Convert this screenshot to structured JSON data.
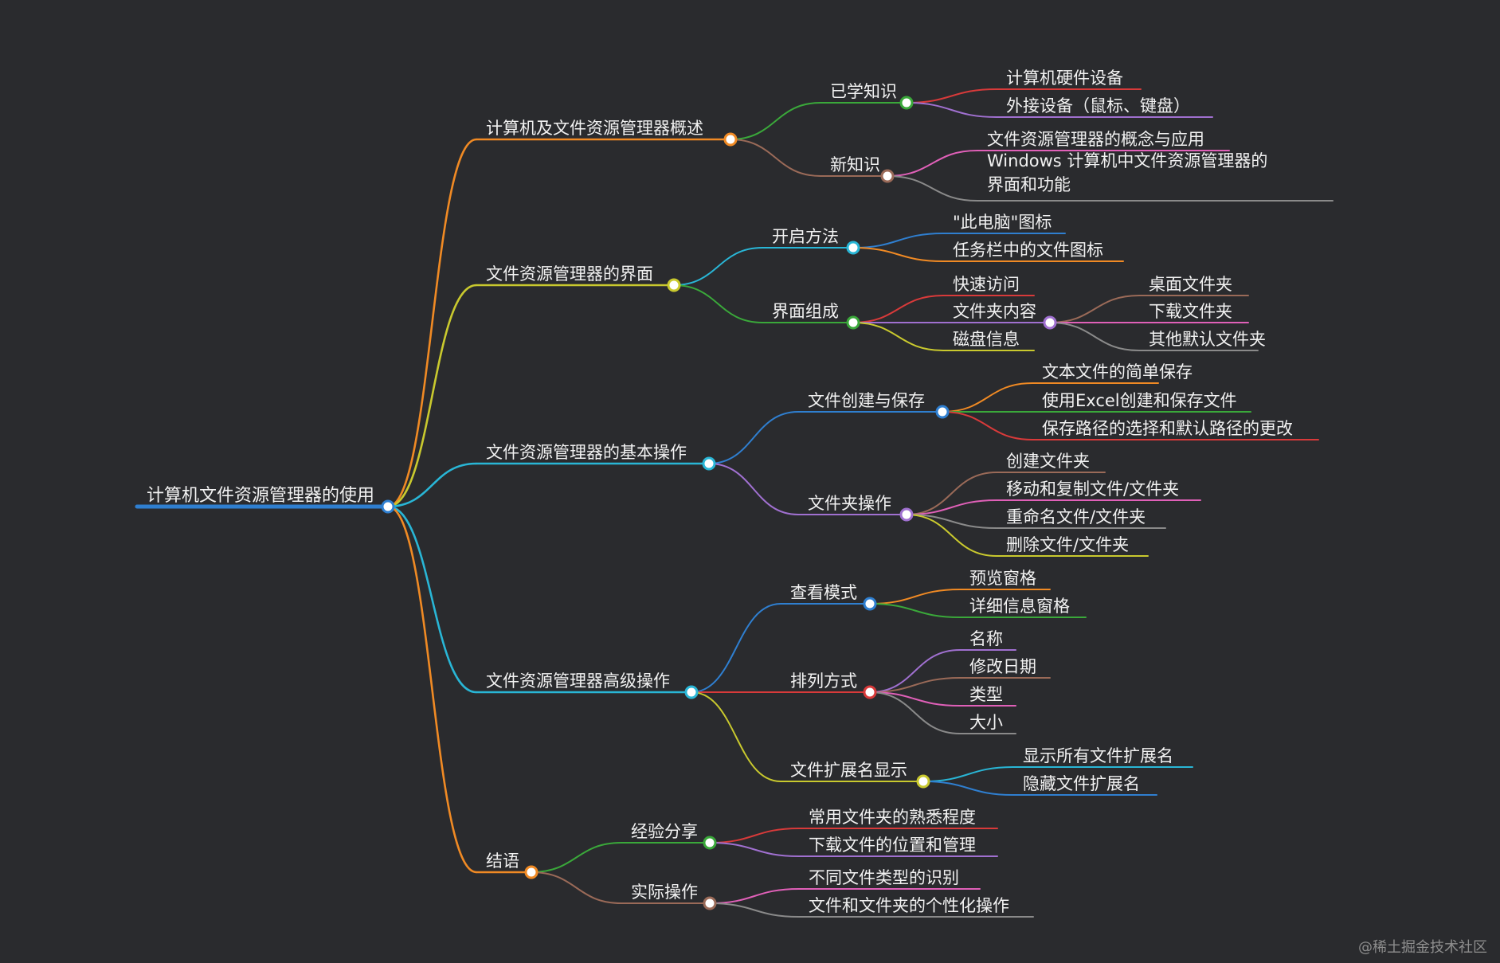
{
  "colors": {
    "background": "#2a2b2e",
    "text": "#f2f2f2",
    "orange": "#f08a24",
    "yellow": "#c9c92e",
    "cyan": "#29b6d6",
    "blue": "#2f7fd0",
    "green": "#3aa83a",
    "red": "#d83a3a",
    "purple": "#a070d0",
    "brown": "#9a6a58",
    "pink": "#e060b8",
    "gray": "#8a8a8a"
  },
  "root": {
    "label": "计算机文件资源管理器的使用",
    "color": "blue",
    "children": [
      {
        "label": "计算机及文件资源管理器概述",
        "color": "orange",
        "children": [
          {
            "label": "已学知识",
            "color": "green",
            "children": [
              {
                "label": "计算机硬件设备",
                "color": "red"
              },
              {
                "label": "外接设备（鼠标、键盘）",
                "color": "purple"
              }
            ]
          },
          {
            "label": "新知识",
            "color": "brown",
            "children": [
              {
                "label": "文件资源管理器的概念与应用",
                "color": "pink"
              },
              {
                "label": "Windows 计算机中文件资源管理器的界面和功能",
                "color": "gray"
              }
            ]
          }
        ]
      },
      {
        "label": "文件资源管理器的界面",
        "color": "yellow",
        "children": [
          {
            "label": "开启方法",
            "color": "cyan",
            "children": [
              {
                "label": "\"此电脑\"图标",
                "color": "blue"
              },
              {
                "label": "任务栏中的文件图标",
                "color": "orange"
              }
            ]
          },
          {
            "label": "界面组成",
            "color": "green",
            "children": [
              {
                "label": "快速访问",
                "color": "red"
              },
              {
                "label": "文件夹内容",
                "color": "purple",
                "children": [
                  {
                    "label": "桌面文件夹",
                    "color": "brown"
                  },
                  {
                    "label": "下载文件夹",
                    "color": "pink"
                  },
                  {
                    "label": "其他默认文件夹",
                    "color": "gray"
                  }
                ]
              },
              {
                "label": "磁盘信息",
                "color": "yellow"
              }
            ]
          }
        ]
      },
      {
        "label": "文件资源管理器的基本操作",
        "color": "cyan",
        "children": [
          {
            "label": "文件创建与保存",
            "color": "blue",
            "children": [
              {
                "label": "文本文件的简单保存",
                "color": "orange"
              },
              {
                "label": "使用Excel创建和保存文件",
                "color": "green"
              },
              {
                "label": "保存路径的选择和默认路径的更改",
                "color": "red"
              }
            ]
          },
          {
            "label": "文件夹操作",
            "color": "purple",
            "children": [
              {
                "label": "创建文件夹",
                "color": "brown"
              },
              {
                "label": "移动和复制文件/文件夹",
                "color": "pink"
              },
              {
                "label": "重命名文件/文件夹",
                "color": "gray"
              },
              {
                "label": "删除文件/文件夹",
                "color": "yellow"
              }
            ]
          }
        ]
      },
      {
        "label": "文件资源管理器高级操作",
        "color": "cyan",
        "children": [
          {
            "label": "查看模式",
            "color": "blue",
            "children": [
              {
                "label": "预览窗格",
                "color": "orange"
              },
              {
                "label": "详细信息窗格",
                "color": "green"
              }
            ]
          },
          {
            "label": "排列方式",
            "color": "red",
            "children": [
              {
                "label": "名称",
                "color": "purple"
              },
              {
                "label": "修改日期",
                "color": "brown"
              },
              {
                "label": "类型",
                "color": "pink"
              },
              {
                "label": "大小",
                "color": "gray"
              }
            ]
          },
          {
            "label": "文件扩展名显示",
            "color": "yellow",
            "children": [
              {
                "label": "显示所有文件扩展名",
                "color": "cyan"
              },
              {
                "label": "隐藏文件扩展名",
                "color": "blue"
              }
            ]
          }
        ]
      },
      {
        "label": "结语",
        "color": "orange",
        "children": [
          {
            "label": "经验分享",
            "color": "green",
            "children": [
              {
                "label": "常用文件夹的熟悉程度",
                "color": "red"
              },
              {
                "label": "下载文件的位置和管理",
                "color": "purple"
              }
            ]
          },
          {
            "label": "实际操作",
            "color": "brown",
            "children": [
              {
                "label": "不同文件类型的识别",
                "color": "pink"
              },
              {
                "label": "文件和文件夹的个性化操作",
                "color": "gray"
              }
            ]
          }
        ]
      }
    ]
  },
  "watermark": "@稀土掘金技术社区"
}
